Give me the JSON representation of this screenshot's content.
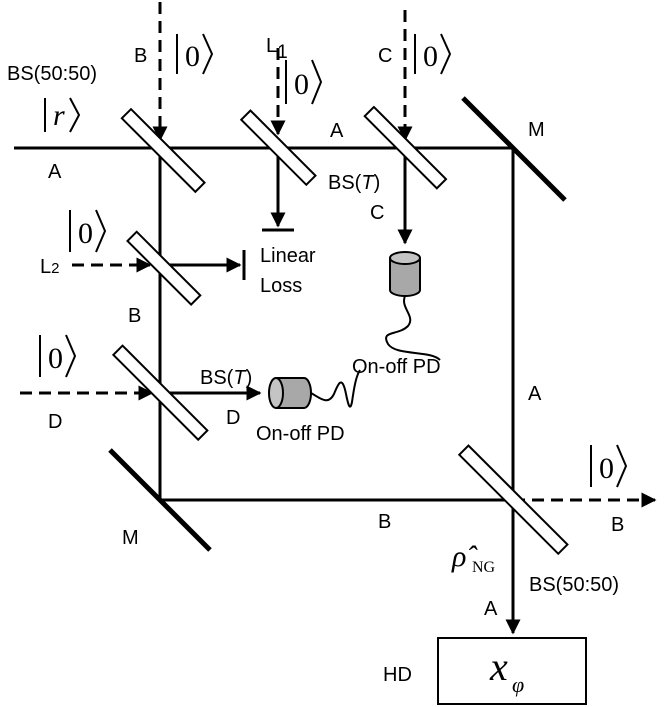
{
  "labels": {
    "bs_5050_top": "BS(50:50)",
    "bs_5050_bottom": "BS(50:50)",
    "bs_t_prefix": "BS(",
    "bs_t_var": "T",
    "bs_t_suffix": ")",
    "mode_a": "A",
    "mode_b": "B",
    "mode_c": "C",
    "mode_d": "D",
    "loss_mode_1": "L",
    "loss_mode_1_sub": "1",
    "loss_mode_2": "L",
    "loss_mode_2_sub": "2",
    "mirror": "M",
    "linear_loss_line1": "Linear",
    "linear_loss_line2": "Loss",
    "detector": "On-off PD",
    "homodyne": "HD",
    "vacuum_ket": "0",
    "input_ket": "r",
    "state_symbol": "ρ̂",
    "state_sub": "NG",
    "quadrature": "x",
    "quadrature_sub": "φ"
  }
}
